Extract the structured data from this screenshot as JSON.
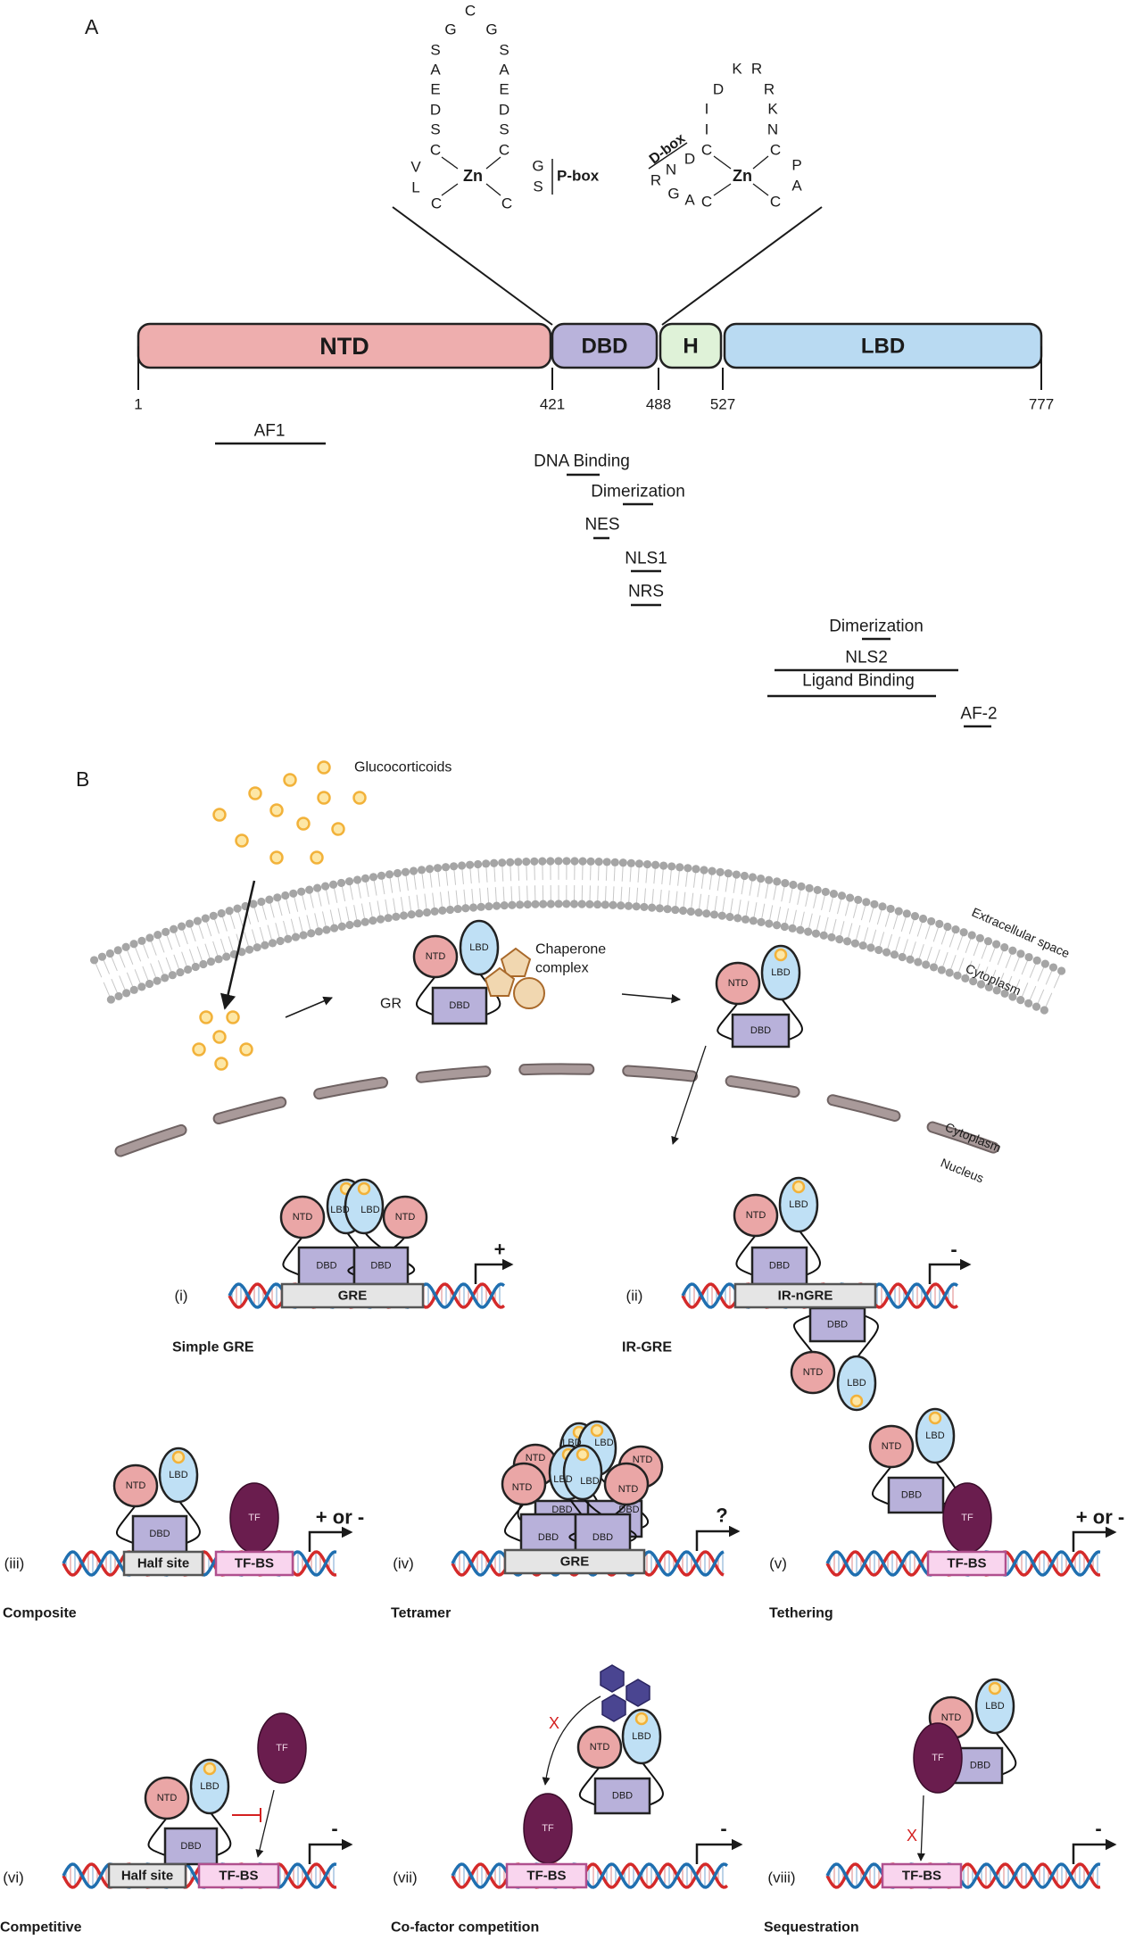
{
  "panel_a": {
    "label": "A",
    "zf1": {
      "zn": "Zn",
      "top": "C",
      "loop_left": [
        "G",
        "S",
        "A",
        "E",
        "D",
        "S",
        "C"
      ],
      "loop_right": [
        "G",
        "S",
        "A",
        "E",
        "D",
        "S",
        "C"
      ],
      "left": [
        "V",
        "L"
      ],
      "bottom": [
        "C",
        "C"
      ],
      "pbox_residues": [
        "G",
        "S"
      ],
      "pbox_label": "P-box"
    },
    "zf2": {
      "zn": "Zn",
      "top": [
        "K",
        "R"
      ],
      "left": [
        "D",
        "I",
        "I",
        "C"
      ],
      "right": [
        "R",
        "K",
        "N",
        "C"
      ],
      "dbox_residues": [
        "D",
        "N",
        "R",
        "G",
        "A"
      ],
      "dbox_label": "D-box",
      "bottom": [
        "C",
        "C"
      ],
      "right_tail": [
        "P",
        "A"
      ]
    },
    "domains": [
      {
        "name": "NTD",
        "color": "#eeaeae"
      },
      {
        "name": "DBD",
        "color": "#b9b3db"
      },
      {
        "name": "H",
        "color": "#dff2d8"
      },
      {
        "name": "LBD",
        "color": "#b9daf2"
      }
    ],
    "positions": [
      "1",
      "421",
      "488",
      "527",
      "777"
    ],
    "features": [
      "AF1",
      "DNA Binding",
      "Dimerization",
      "NES",
      "NLS1",
      "NRS",
      "Dimerization",
      "NLS2",
      "Ligand Binding",
      "AF-2"
    ]
  },
  "panel_b": {
    "label": "B",
    "glucocorticoids": "Glucocorticoids",
    "extracellular": "Extracellular space",
    "cytoplasm_upper": "Cytoplasm",
    "cytoplasm_lower": "Cytoplasm",
    "nucleus": "Nucleus",
    "gr": "GR",
    "chaperone": [
      "Chaperone",
      "complex"
    ],
    "domain_labels": {
      "ntd": "NTD",
      "lbd": "LBD",
      "dbd": "DBD",
      "tf": "TF"
    },
    "block_mark": "X",
    "colors": {
      "ntd": "#eaa6a6",
      "lbd": "#bfe0f5",
      "dbd": "#b8b1da",
      "tf": "#6a1d4e",
      "ligand": "#f2b23a",
      "dna_red": "#d42a2a",
      "dna_blue": "#1f6fb0"
    },
    "mechanisms": [
      {
        "numeral": "(i)",
        "title": "Simple GRE",
        "sites": [
          "GRE"
        ],
        "effect": "+"
      },
      {
        "numeral": "(ii)",
        "title": "IR-GRE",
        "sites": [
          "IR-nGRE"
        ],
        "effect": "-"
      },
      {
        "numeral": "(iii)",
        "title": "Composite",
        "sites": [
          "Half site",
          "TF-BS"
        ],
        "effect": "+ or -"
      },
      {
        "numeral": "(iv)",
        "title": "Tetramer",
        "sites": [
          "GRE"
        ],
        "effect": "?"
      },
      {
        "numeral": "(v)",
        "title": "Tethering",
        "sites": [
          "TF-BS"
        ],
        "effect": "+ or -"
      },
      {
        "numeral": "(vi)",
        "title": "Competitive",
        "sites": [
          "Half site",
          "TF-BS"
        ],
        "effect": "-"
      },
      {
        "numeral": "(vii)",
        "title": "Co-factor competition",
        "sites": [
          "TF-BS"
        ],
        "effect": "-"
      },
      {
        "numeral": "(viii)",
        "title": "Sequestration",
        "sites": [
          "TF-BS"
        ],
        "effect": "-"
      }
    ]
  }
}
